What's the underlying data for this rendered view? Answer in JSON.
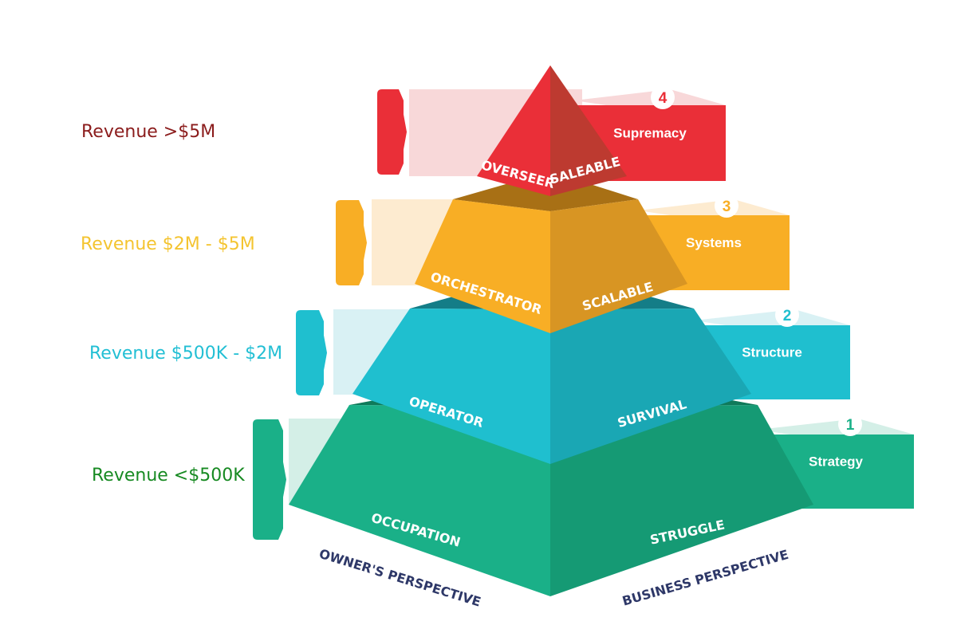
{
  "levels": [
    {
      "revenue": "Revenue <$500K",
      "owner_label": "OCCUPATION",
      "business_label": "STRUGGLE",
      "number": "1",
      "tab_label": "Strategy",
      "colors": {
        "text": "#178a22",
        "main": "#1ab088",
        "dark": "#159a74",
        "darker": "#0f7a5a",
        "light": "#d4efe7"
      }
    },
    {
      "revenue": "Revenue $500K - $2M",
      "owner_label": "OPERATOR",
      "business_label": "SURVIVAL",
      "number": "2",
      "tab_label": "Structure",
      "colors": {
        "text": "#22bfd4",
        "main": "#1fbfcf",
        "dark": "#1aa7b4",
        "darker": "#147d87",
        "light": "#d9f1f4"
      }
    },
    {
      "revenue": "Revenue $2M - $5M",
      "owner_label": "ORCHESTRATOR",
      "business_label": "SCALABLE",
      "number": "3",
      "tab_label": "Systems",
      "colors": {
        "text": "#f4c430",
        "main": "#f8ae25",
        "dark": "#d89523",
        "darker": "#a87015",
        "light": "#fdebd0"
      }
    },
    {
      "revenue": "Revenue >$5M",
      "owner_label": "OVERSEER",
      "business_label": "SALEABLE",
      "number": "4",
      "tab_label": "Supremacy",
      "colors": {
        "text": "#8b1c1c",
        "main": "#ea2f38",
        "dark": "#bd3a30",
        "darker": "#8e1f1a",
        "light": "#f8d8d9"
      }
    }
  ],
  "perspectives": {
    "owner": "OWNER'S PERSPECTIVE",
    "business": "BUSINESS PERSPECTIVE"
  }
}
